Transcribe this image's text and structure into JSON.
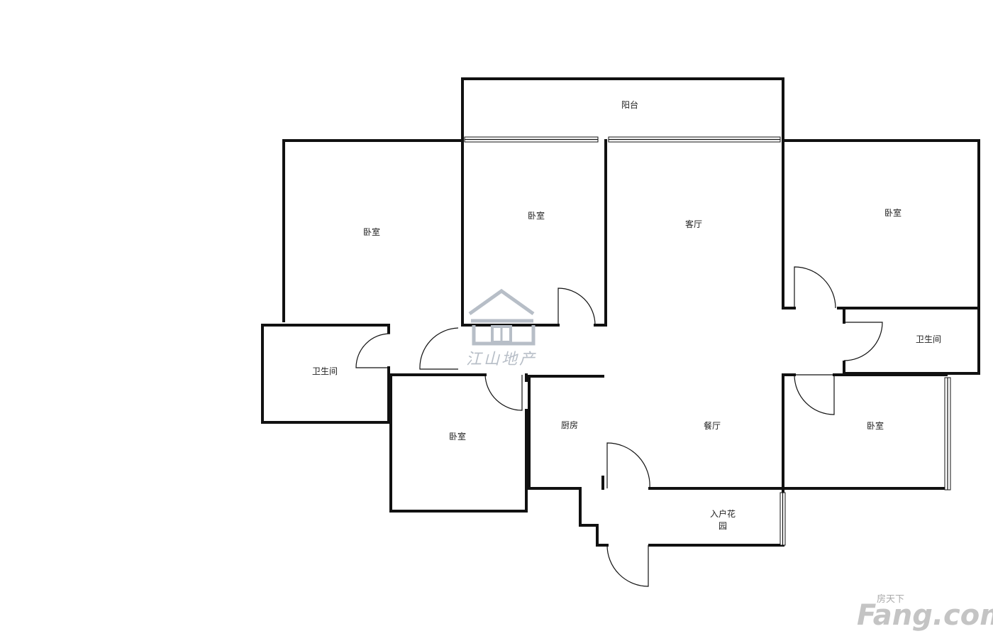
{
  "rooms": {
    "balcony": "阳台",
    "bedroom_nw": "卧室",
    "bedroom_north": "卧室",
    "living_room": "客厅",
    "bedroom_ne": "卧室",
    "bathroom_west": "卫生间",
    "bathroom_east": "卫生间",
    "bedroom_sw": "卧室",
    "kitchen": "厨房",
    "dining_room": "餐厅",
    "bedroom_se": "卧室",
    "entry_garden_line1": "入户花",
    "entry_garden_line2": "园"
  },
  "watermark": {
    "agency": "江山地产"
  },
  "brand": {
    "cn": "房天下",
    "en": "Fang.com"
  },
  "colors": {
    "wall": "#111111",
    "watermark": "#b7bec7",
    "brand": "#c4c4c4"
  }
}
